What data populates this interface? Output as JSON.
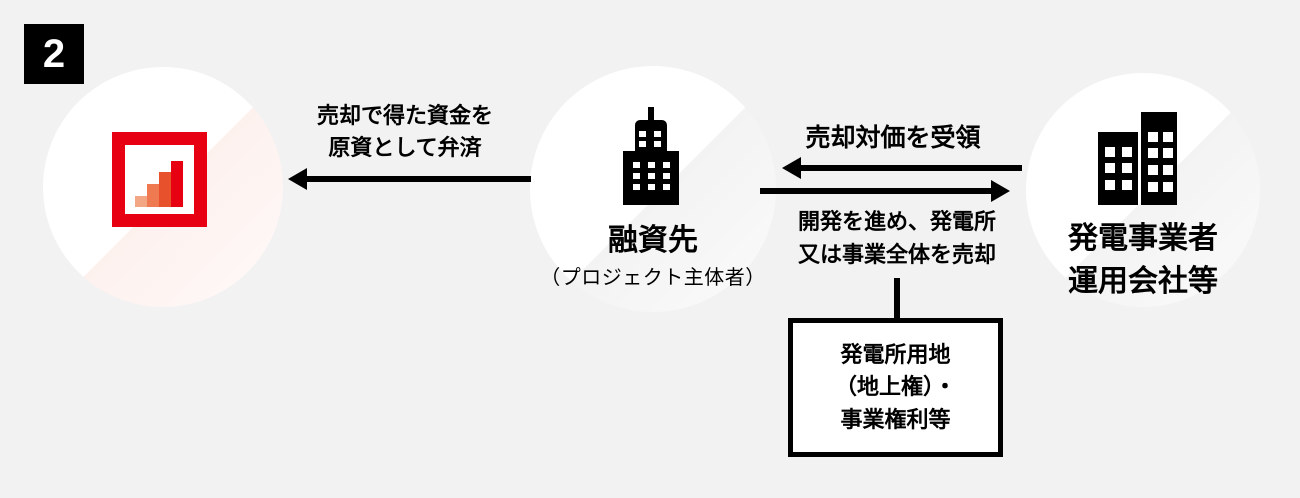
{
  "step_badge": "2",
  "colors": {
    "background": "#F2F2F2",
    "ink": "#000000",
    "accent_red": "#E60012",
    "logo_bar_colors": [
      "#F3A683",
      "#EF7A52",
      "#E7512C",
      "#E60012"
    ]
  },
  "nodes": {
    "bank": {
      "icon": "bar-chart-logo-icon"
    },
    "borrower": {
      "title": "融資先",
      "subtitle": "（プロジェクト主体者）",
      "icon": "office-building-icon"
    },
    "operator": {
      "title_line1": "発電事業者",
      "title_line2": "運用会社等",
      "icon": "two-buildings-icon"
    }
  },
  "edges": {
    "repayment": {
      "from": "borrower",
      "to": "bank",
      "direction": "left",
      "label_line1": "売却で得た資金を",
      "label_line2": "原資として弁済"
    },
    "consideration": {
      "from": "operator",
      "to": "borrower",
      "direction": "left",
      "label": "売却対価を受領"
    },
    "develop_sell": {
      "from": "borrower",
      "to": "operator",
      "direction": "right",
      "label_line1": "開発を進め、発電所",
      "label_line2": "又は事業全体を売却"
    }
  },
  "asset_box": {
    "line1": "発電所用地",
    "line2": "（地上権）・",
    "line3": "事業権利等"
  }
}
